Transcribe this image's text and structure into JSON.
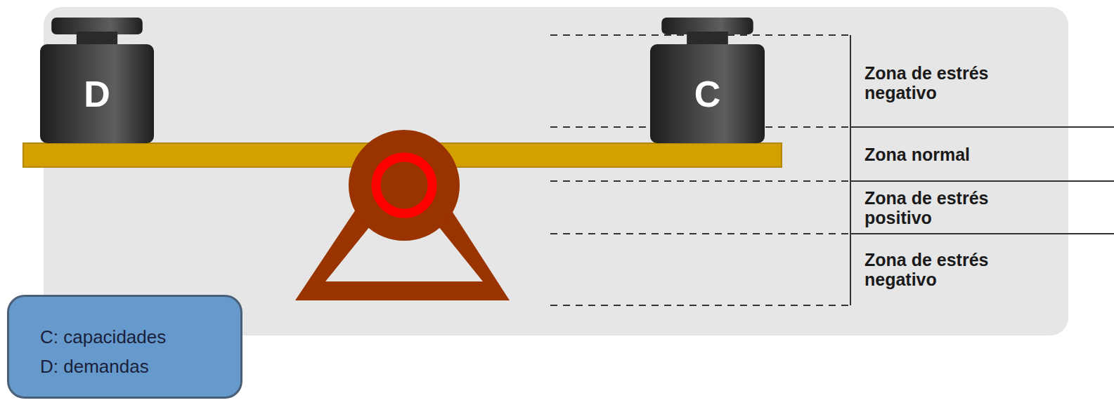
{
  "diagram": {
    "nodes": [
      {
        "text": [
          "D"
        ]
      },
      {
        "text": [
          "C"
        ]
      },
      {
        "text": [
          "C: capacidades",
          "D: demandas"
        ]
      }
    ],
    "labels": [
      "Zona de estrés negativo",
      "Zona normal",
      "Zona de estrés positivo",
      "Zona de estrés negativo"
    ]
  }
}
